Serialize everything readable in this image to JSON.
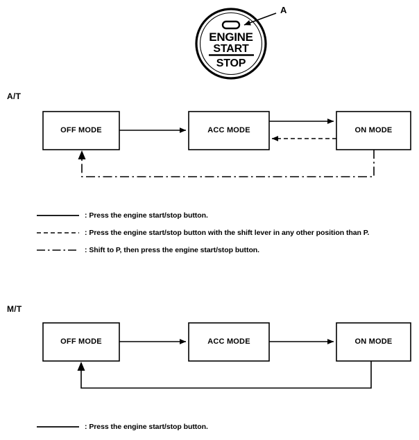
{
  "figure": {
    "callout": {
      "label": "A"
    },
    "button": {
      "name": "engine-start-stop-button",
      "line1": "ENGINE",
      "line2": "START",
      "line3": "STOP"
    }
  },
  "sections": [
    {
      "id": "at",
      "label": "A/T",
      "boxes": [
        {
          "id": "off",
          "label": "OFF MODE"
        },
        {
          "id": "acc",
          "label": "ACC MODE"
        },
        {
          "id": "on",
          "label": "ON MODE"
        }
      ],
      "legend": [
        {
          "style": "solid",
          "text": ": Press the engine start/stop button."
        },
        {
          "style": "dashed",
          "text": ": Press the engine start/stop button with the shift lever in any other position than P."
        },
        {
          "style": "dashdot",
          "text": ": Shift to P, then press the engine start/stop button."
        }
      ]
    },
    {
      "id": "mt",
      "label": "M/T",
      "boxes": [
        {
          "id": "off",
          "label": "OFF MODE"
        },
        {
          "id": "acc",
          "label": "ACC MODE"
        },
        {
          "id": "on",
          "label": "ON MODE"
        }
      ],
      "legend": [
        {
          "style": "solid",
          "text": ": Press the engine start/stop button."
        }
      ]
    }
  ],
  "colors": {
    "ink": "#000000",
    "paper": "#ffffff"
  }
}
